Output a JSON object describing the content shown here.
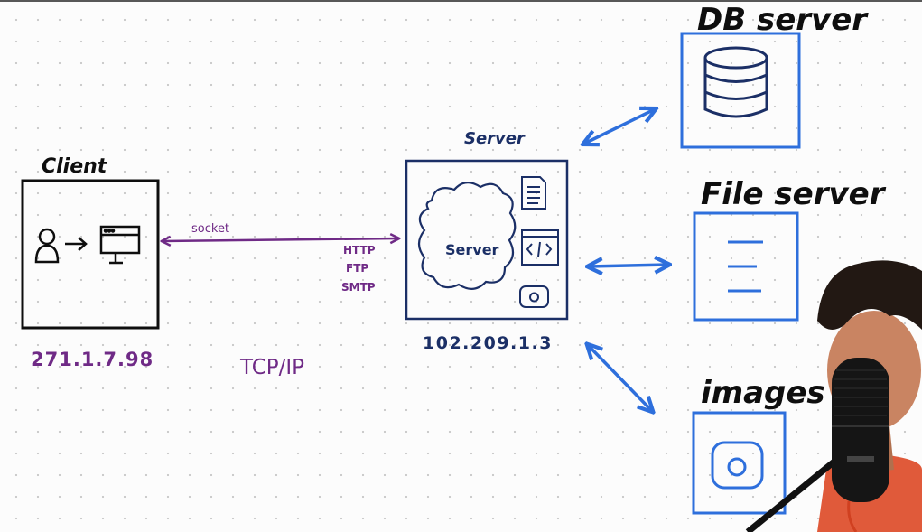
{
  "client": {
    "title": "Client",
    "ip": "271.1.7.98"
  },
  "connection": {
    "socket_label": "socket",
    "protocols": [
      "HTTP",
      "FTP",
      "SMTP"
    ],
    "stack_label": "TCP/IP"
  },
  "server": {
    "title": "Server",
    "cloud_label": "Server",
    "ip": "102.209.1.3"
  },
  "backends": {
    "db_title": "DB server",
    "file_title": "File server",
    "images_title": "images"
  },
  "colors": {
    "ink": "#0e0e0e",
    "navy": "#1b2f66",
    "purple": "#6f2a86",
    "blue": "#2e6fdc"
  }
}
